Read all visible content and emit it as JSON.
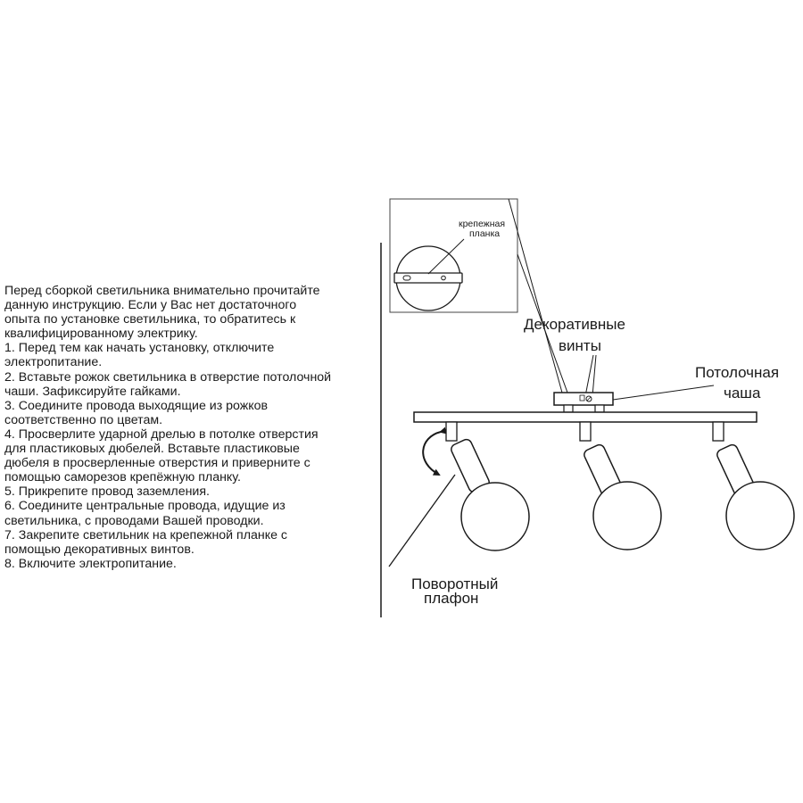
{
  "instructions": {
    "lines": [
      "Перед сборкой светильника внимательно прочитайте",
      "данную инструкцию. Если у Вас нет достаточного",
      "опыта по установке светильника, то обратитесь к",
      "квалифицированному электрику.",
      "1. Перед тем как начать установку, отключите",
      "электропитание.",
      "2. Вставьте рожок светильника в отверстие потолочной",
      "чаши. Зафиксируйте гайками.",
      "3. Соедините провода выходящие из рожков",
      "соответственно по цветам.",
      "4. Просверлите ударной дрелью в потолке отверстия",
      "для пластиковых дюбелей. Вставьте пластиковые",
      "дюбеля в просверленные отверстия и приверните с",
      "помощью саморезов крепёжную планку.",
      "5. Прикрепите провод заземления.",
      "6.   Соедините   центральные   провода,   идущие   из",
      "светильника, с проводами Вашей проводки.",
      "7.   Закрепите   светильник   на   крепежной   планке   с",
      "помощью декоративных винтов.",
      "8. Включите электропитание."
    ]
  },
  "labels": {
    "mounting_plate_1": "крепежная",
    "mounting_plate_2": "планка",
    "decorative_1": "Декоративные",
    "decorative_2": "винты",
    "canopy_1": "Потолочная",
    "canopy_2": "чаша",
    "rotating_1": "Поворотный",
    "rotating_2": "плафон"
  }
}
